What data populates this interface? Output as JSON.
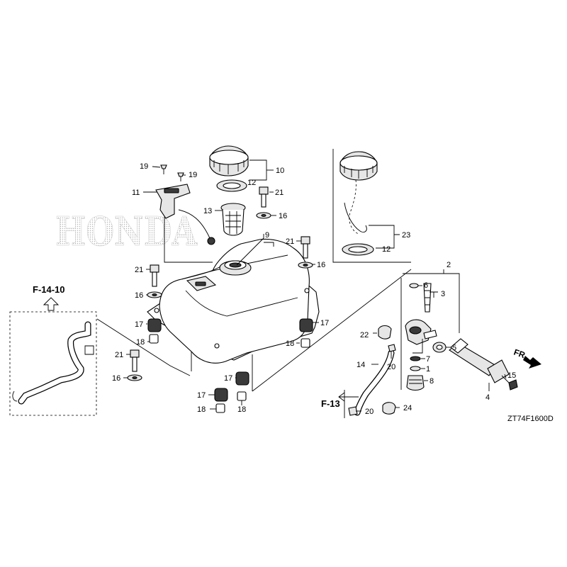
{
  "watermark": "HONDA",
  "drawing_code": "ZT74F1600D",
  "front_indicator": "FR.",
  "ref_f1410": "F-14-10",
  "ref_f13": "F-13",
  "callouts": {
    "n1": "1",
    "n2": "2",
    "n3": "3",
    "n4": "4",
    "n5": "5",
    "n6": "6",
    "n7": "7",
    "n8": "8",
    "n9": "9",
    "n10": "10",
    "n11": "11",
    "n12a": "12",
    "n12b": "12",
    "n13": "13",
    "n14": "14",
    "n15": "15",
    "n16a": "16",
    "n16b": "16",
    "n16c": "16",
    "n16d": "16",
    "n17a": "17",
    "n17b": "17",
    "n17c": "17",
    "n17d": "17",
    "n18a": "18",
    "n18b": "18",
    "n18c": "18",
    "n18d": "18",
    "n19a": "19",
    "n19b": "19",
    "n20a": "20",
    "n20b": "20",
    "n21a": "21",
    "n21b": "21",
    "n21c": "21",
    "n21d": "21",
    "n22": "22",
    "n23": "23",
    "n24": "24"
  }
}
